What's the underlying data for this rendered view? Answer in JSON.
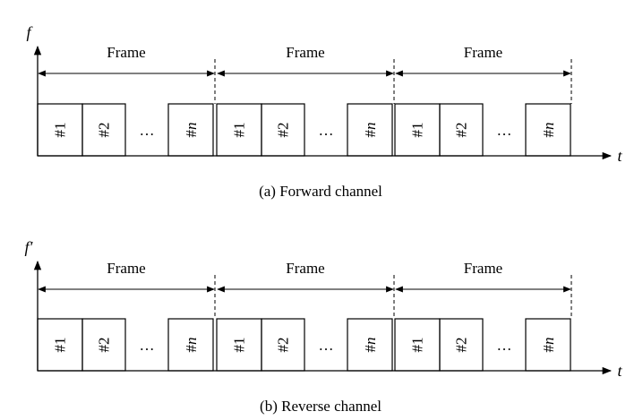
{
  "panels": [
    {
      "id": "forward",
      "y_axis_label": "f",
      "x_axis_label": "t",
      "frame_labels": [
        "Frame",
        "Frame",
        "Frame"
      ],
      "slot_labels": [
        "#1",
        "#2",
        "…",
        "#n"
      ],
      "caption": "(a) Forward channel"
    },
    {
      "id": "reverse",
      "y_axis_label": "f′",
      "x_axis_label": "t",
      "frame_labels": [
        "Frame",
        "Frame",
        "Frame"
      ],
      "slot_labels": [
        "#1",
        "#2",
        "…",
        "#n"
      ],
      "caption": "(b) Reverse channel"
    }
  ]
}
